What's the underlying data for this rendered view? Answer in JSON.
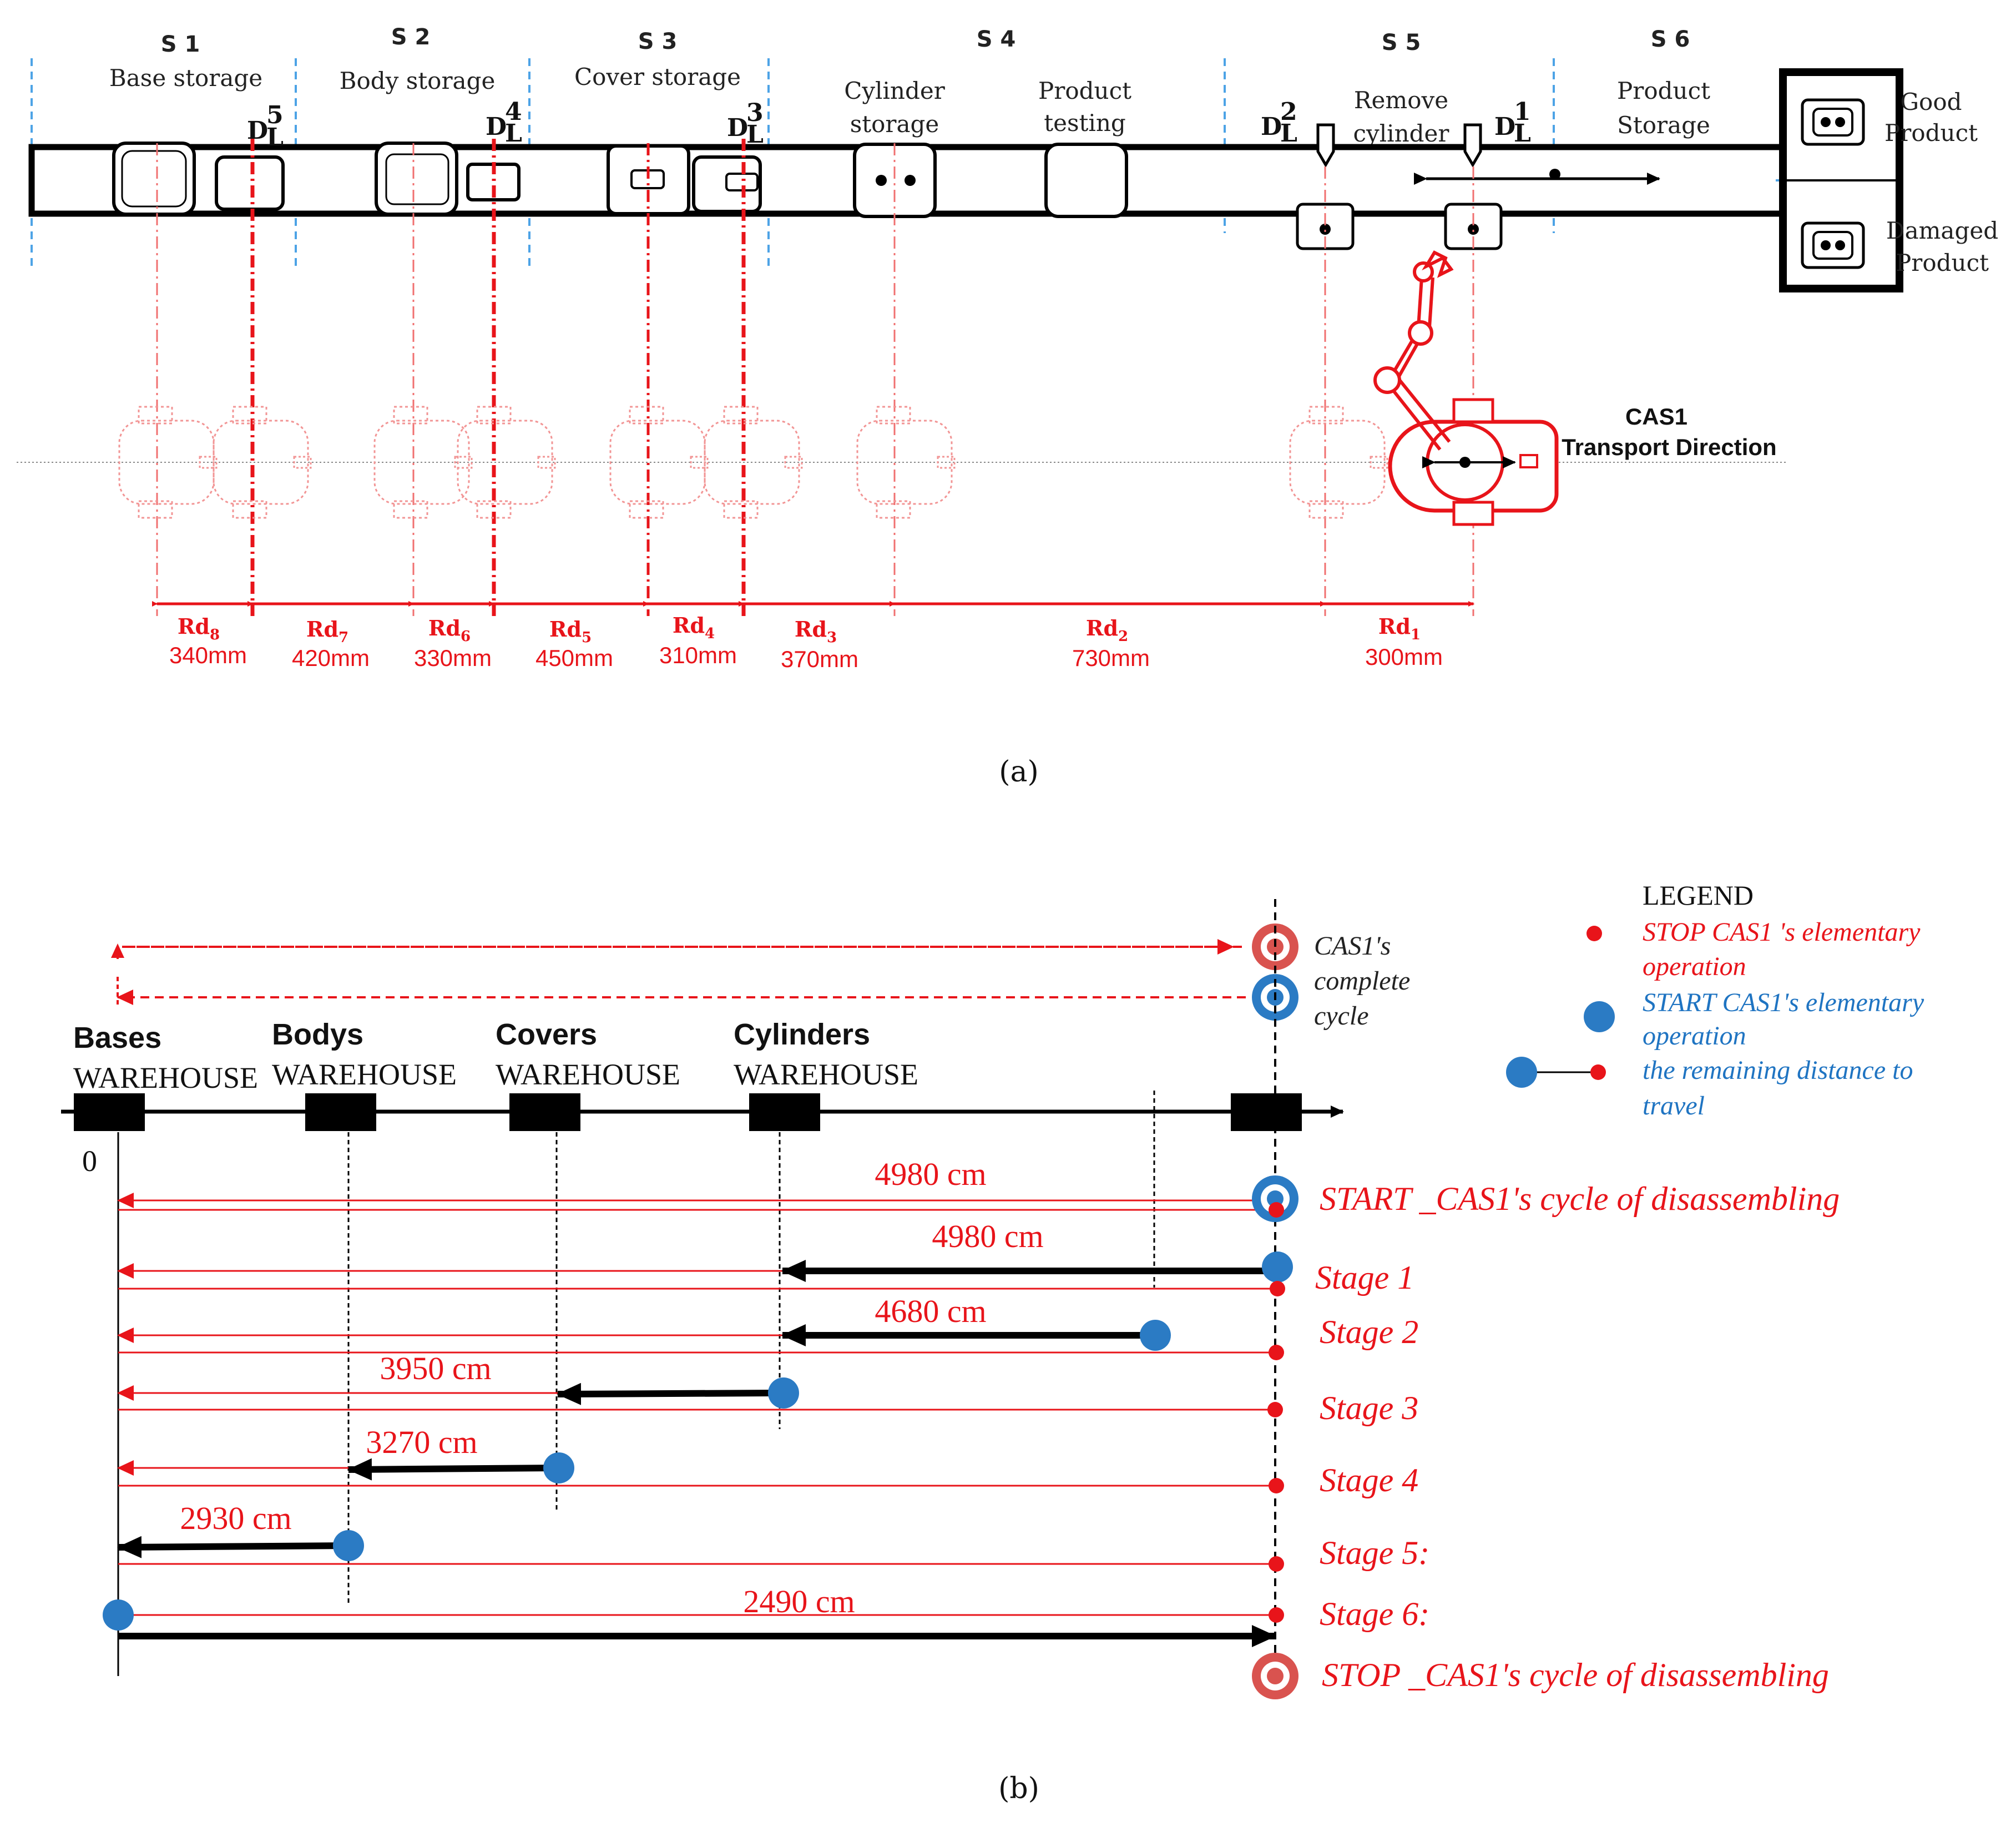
{
  "panel_a": {
    "sections": [
      {
        "id": "S 1",
        "label": "Base storage"
      },
      {
        "id": "S 2",
        "label": "Body storage"
      },
      {
        "id": "S 3",
        "label": "Cover storage"
      },
      {
        "id": "S 4",
        "label_1": "Cylinder",
        "label_2": "storage",
        "label_3": "Product",
        "label_4": "testing"
      },
      {
        "id": "S 5",
        "label_1": "Remove",
        "label_2": "cylinder"
      },
      {
        "id": "S 6",
        "label_1": "Product",
        "label_2": "Storage"
      }
    ],
    "detectors": [
      {
        "base": "D",
        "sub": "L",
        "sup": "5"
      },
      {
        "base": "D",
        "sub": "L",
        "sup": "4"
      },
      {
        "base": "D",
        "sub": "L",
        "sup": "3"
      },
      {
        "base": "D",
        "sub": "L",
        "sup": "2"
      },
      {
        "base": "D",
        "sub": "L",
        "sup": "1"
      }
    ],
    "output": {
      "good_1": "Good",
      "good_2": "Product",
      "damaged_1": "Damaged",
      "damaged_2": "Product"
    },
    "robot": {
      "name": "CAS1",
      "direction": "Transport Direction"
    },
    "distances": [
      {
        "base": "Rd",
        "sub": "8",
        "value": "340mm"
      },
      {
        "base": "Rd",
        "sub": "7",
        "value": "420mm"
      },
      {
        "base": "Rd",
        "sub": "6",
        "value": "330mm"
      },
      {
        "base": "Rd",
        "sub": "5",
        "value": "450mm"
      },
      {
        "base": "Rd",
        "sub": "4",
        "value": "310mm"
      },
      {
        "base": "Rd",
        "sub": "3",
        "value": "370mm"
      },
      {
        "base": "Rd",
        "sub": "2",
        "value": "730mm"
      },
      {
        "base": "Rd",
        "sub": "1",
        "value": "300mm"
      }
    ],
    "caption": "(a)"
  },
  "panel_b": {
    "warehouses": [
      {
        "name": "Bases",
        "sub": "WAREHOUSE"
      },
      {
        "name": "Bodys",
        "sub": "WAREHOUSE"
      },
      {
        "name": "Covers",
        "sub": "WAREHOUSE"
      },
      {
        "name": "Cylinders",
        "sub": "WAREHOUSE"
      }
    ],
    "origin_label": "0",
    "cycle_label": [
      "CAS1's",
      "complete",
      "cycle"
    ],
    "rows": [
      {
        "distance": "4980 cm",
        "label": "START _CAS1's cycle of disassembling"
      },
      {
        "distance": "4980 cm",
        "label": "Stage 1"
      },
      {
        "distance": "4680 cm",
        "label": "Stage 2"
      },
      {
        "distance": "3950 cm",
        "label": "Stage 3"
      },
      {
        "distance": "3270 cm",
        "label": "Stage 4"
      },
      {
        "distance": "2930 cm",
        "label": "Stage 5:"
      },
      {
        "distance": "2490 cm",
        "label": "Stage 6:"
      }
    ],
    "stop_label": "STOP _CAS1's cycle of disassembling",
    "legend": {
      "title": "LEGEND",
      "stop_1": "STOP CAS1 's elementary",
      "stop_2": "operation",
      "start_1": "START CAS1's elementary",
      "start_2": "operation",
      "remain_1": "the remaining distance to",
      "remain_2": "travel"
    },
    "caption": "(b)"
  },
  "colors": {
    "red": "#e8141a",
    "blue": "#1f74c2",
    "black": "#000000",
    "ring_red": "#d9534f"
  }
}
